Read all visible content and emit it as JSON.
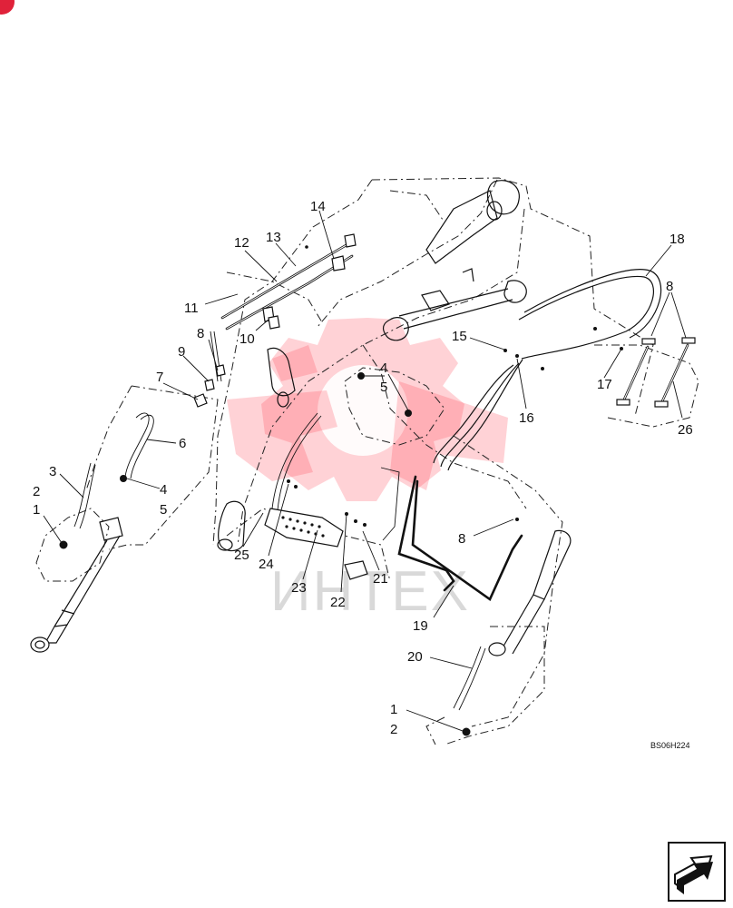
{
  "watermark": {
    "text": "ИНТЕХ",
    "color": "#ff3344"
  },
  "drawing_code": "BS06H224",
  "callouts": {
    "c1a": "1",
    "c2a": "2",
    "c3": "3",
    "c4a": "4",
    "c5a": "5",
    "c6": "6",
    "c7": "7",
    "c8a": "8",
    "c9": "9",
    "c10": "10",
    "c11": "11",
    "c12": "12",
    "c13": "13",
    "c14": "14",
    "c4b": "4",
    "c5b": "5",
    "c15": "15",
    "c16": "16",
    "c17": "17",
    "c18": "18",
    "c8b": "8",
    "c26": "26",
    "c25": "25",
    "c24": "24",
    "c23": "23",
    "c22": "22",
    "c21": "21",
    "c8c": "8",
    "c19": "19",
    "c20": "20",
    "c1b": "1",
    "c2b": "2"
  },
  "icons": {
    "nav": "next-page-arrow-icon",
    "badge": "notification-badge-icon"
  },
  "accent": "#e0223a"
}
